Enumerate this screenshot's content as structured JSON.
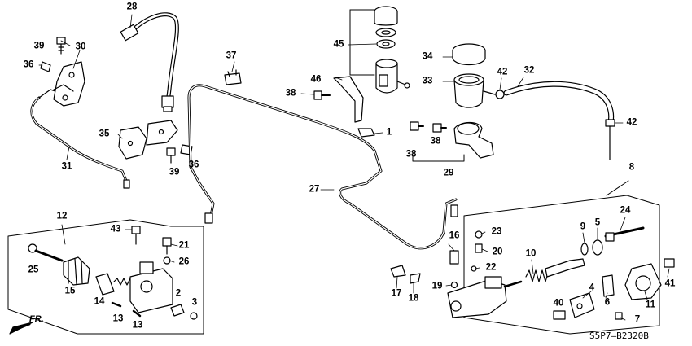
{
  "diagram": {
    "code": "S5P7–B2320B",
    "front_marker": "FR.",
    "callouts": [
      {
        "id": "c1",
        "text": "1"
      },
      {
        "id": "c2",
        "text": "2"
      },
      {
        "id": "c3",
        "text": "3"
      },
      {
        "id": "c4",
        "text": "4"
      },
      {
        "id": "c5",
        "text": "5"
      },
      {
        "id": "c6",
        "text": "6"
      },
      {
        "id": "c7",
        "text": "7"
      },
      {
        "id": "c8",
        "text": "8"
      },
      {
        "id": "c9",
        "text": "9"
      },
      {
        "id": "c10",
        "text": "10"
      },
      {
        "id": "c11",
        "text": "11"
      },
      {
        "id": "c12",
        "text": "12"
      },
      {
        "id": "c13a",
        "text": "13"
      },
      {
        "id": "c13b",
        "text": "13"
      },
      {
        "id": "c14",
        "text": "14"
      },
      {
        "id": "c15",
        "text": "15"
      },
      {
        "id": "c16",
        "text": "16"
      },
      {
        "id": "c17",
        "text": "17"
      },
      {
        "id": "c18",
        "text": "18"
      },
      {
        "id": "c19",
        "text": "19"
      },
      {
        "id": "c20",
        "text": "20"
      },
      {
        "id": "c21",
        "text": "21"
      },
      {
        "id": "c22",
        "text": "22"
      },
      {
        "id": "c23",
        "text": "23"
      },
      {
        "id": "c24",
        "text": "24"
      },
      {
        "id": "c25",
        "text": "25"
      },
      {
        "id": "c26",
        "text": "26"
      },
      {
        "id": "c27",
        "text": "27"
      },
      {
        "id": "c28",
        "text": "28"
      },
      {
        "id": "c29",
        "text": "29"
      },
      {
        "id": "c30",
        "text": "30"
      },
      {
        "id": "c31",
        "text": "31"
      },
      {
        "id": "c32",
        "text": "32"
      },
      {
        "id": "c33",
        "text": "33"
      },
      {
        "id": "c34",
        "text": "34"
      },
      {
        "id": "c35",
        "text": "35"
      },
      {
        "id": "c36a",
        "text": "36"
      },
      {
        "id": "c36b",
        "text": "36"
      },
      {
        "id": "c37",
        "text": "37"
      },
      {
        "id": "c38a",
        "text": "38"
      },
      {
        "id": "c38b",
        "text": "38"
      },
      {
        "id": "c38c",
        "text": "38"
      },
      {
        "id": "c39a",
        "text": "39"
      },
      {
        "id": "c39b",
        "text": "39"
      },
      {
        "id": "c40",
        "text": "40"
      },
      {
        "id": "c41",
        "text": "41"
      },
      {
        "id": "c42a",
        "text": "42"
      },
      {
        "id": "c42b",
        "text": "42"
      },
      {
        "id": "c43",
        "text": "43"
      },
      {
        "id": "c45",
        "text": "45"
      },
      {
        "id": "c46",
        "text": "46"
      }
    ]
  }
}
